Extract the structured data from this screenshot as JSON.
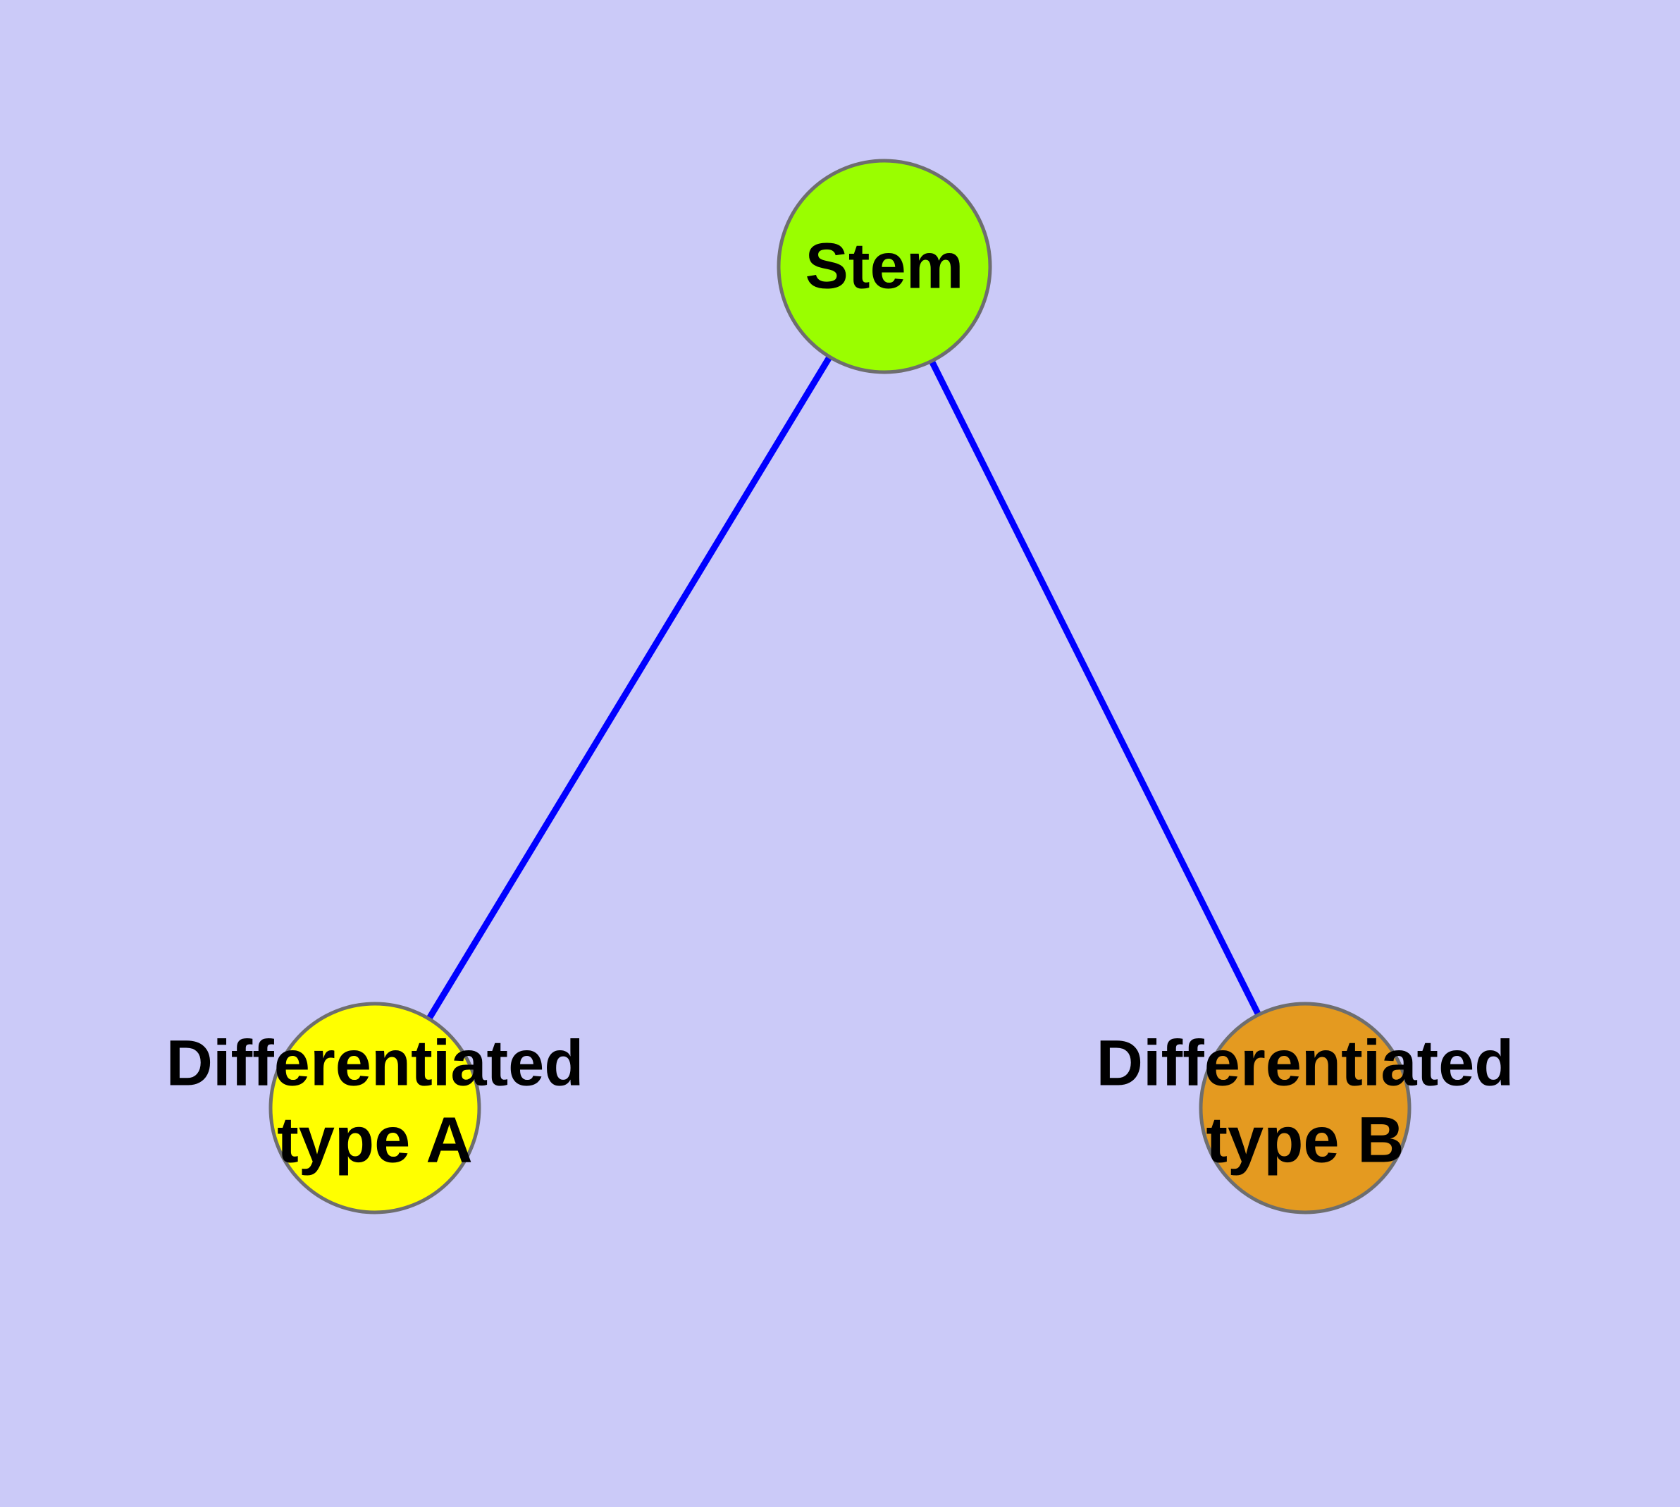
{
  "diagram": {
    "title": "",
    "background_color": "#CBCAF8",
    "edge_color": "#0000FF",
    "node_border_color": "#6E6E6E",
    "label_color": "#000000",
    "nodes": {
      "stem": {
        "label": "Stem",
        "fill": "#9AFE00"
      },
      "type_a": {
        "label_line1": "Differentiated",
        "label_line2": "type A",
        "fill": "#FFFF00"
      },
      "type_b": {
        "label_line1": "Differentiated",
        "label_line2": "type B",
        "fill": "#E49A20"
      }
    },
    "edges": [
      {
        "from": "Stem",
        "to": "Differentiated type A"
      },
      {
        "from": "Stem",
        "to": "Differentiated type B"
      }
    ]
  }
}
